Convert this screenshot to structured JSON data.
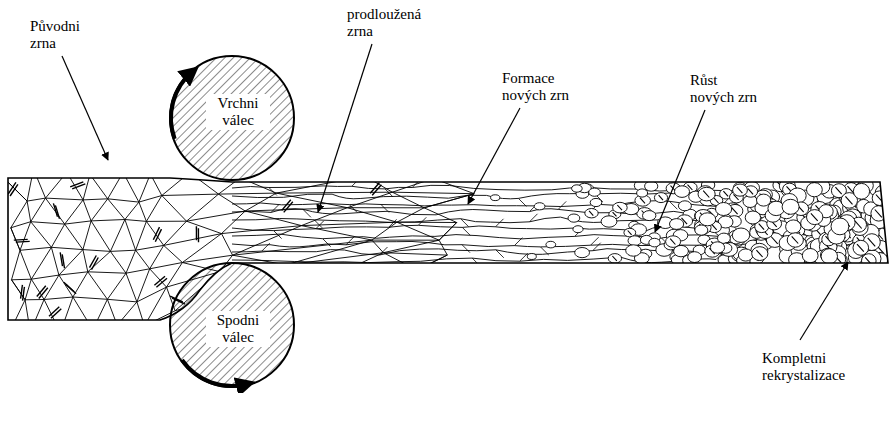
{
  "diagram": {
    "nodes": [
      {
        "text": [
          "Vrchni válec"
        ]
      },
      {
        "text": [
          "Spodni válec"
        ]
      }
    ],
    "labels": [
      "Původni zrna",
      "prodloužená zrna",
      "Formace nových zrn",
      "Růst nových zrn",
      "Kompletni rekrystalizace"
    ]
  }
}
